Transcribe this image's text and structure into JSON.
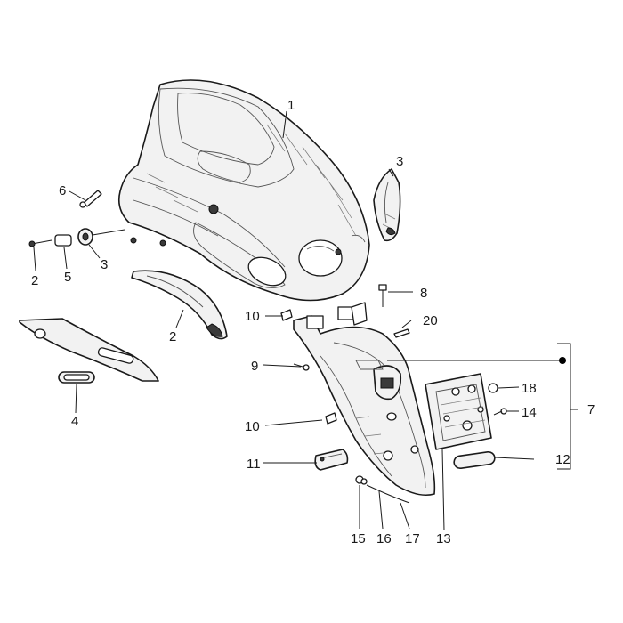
{
  "callouts": {
    "c1": "1",
    "c2a": "2",
    "c2b": "2",
    "c3a": "3",
    "c3b": "3",
    "c4": "4",
    "c5": "5",
    "c6": "6",
    "c7": "7",
    "c8": "8",
    "c9": "9",
    "c10a": "10",
    "c10b": "10",
    "c11": "11",
    "c12": "12",
    "c13": "13",
    "c14": "14",
    "c15": "15",
    "c16": "16",
    "c17": "17",
    "c18": "18",
    "c20": "20"
  }
}
